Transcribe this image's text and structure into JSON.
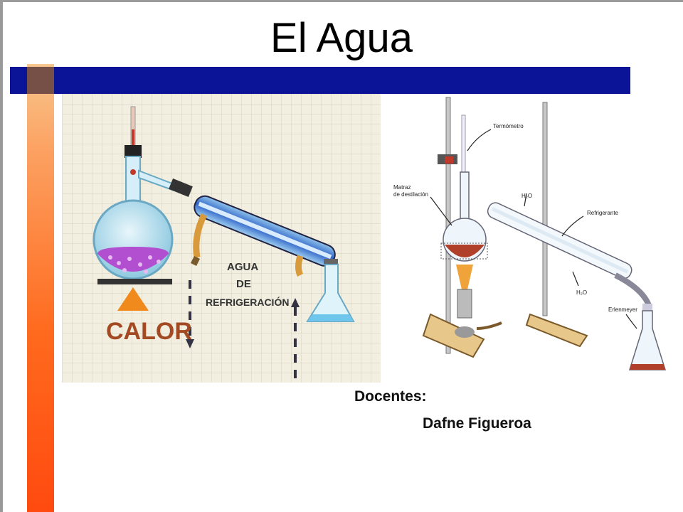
{
  "slide": {
    "title": "El Agua",
    "docentes_label": "Docentes:",
    "teacher_name": "Dafne Figueroa"
  },
  "left_diagram": {
    "heat_label": "CALOR",
    "water_label_line1": "AGUA",
    "water_label_line2": "DE",
    "water_label_line3": "REFRIGERACIÓN"
  },
  "right_diagram": {
    "thermometer": "Termómetro",
    "flask_line1": "Matraz",
    "flask_line2": "de destilación",
    "water_top": "H₂O",
    "condenser": "Refrigerante",
    "water_bottom": "H₂O",
    "erlenmeyer": "Erlenmeyer"
  },
  "colors": {
    "accent_blue": "#0b1496",
    "accent_orange": "#ff6a1e"
  }
}
